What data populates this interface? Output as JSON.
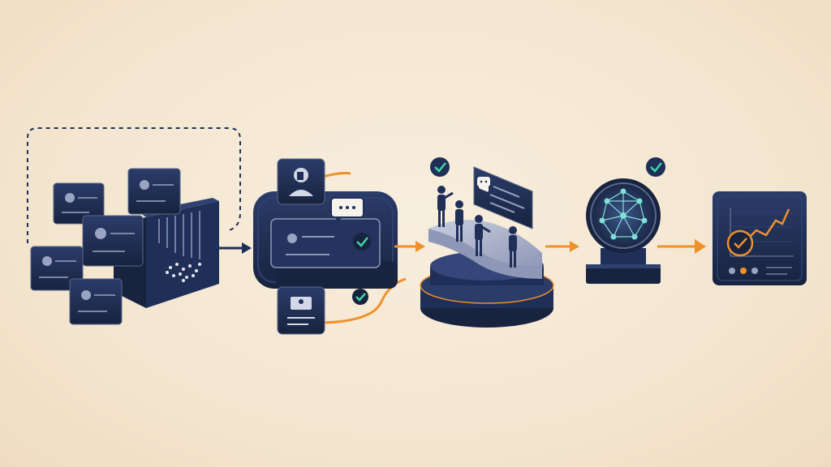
{
  "colors": {
    "background": "#f6ead7",
    "navy": "#1f2f58",
    "navy_dark": "#17233f",
    "navy_light": "#2f4170",
    "panel_light": "#5a6889",
    "orange_accent": "#f0902a",
    "check_green": "#3fd6a6",
    "node_teal": "#7ee0d6",
    "stage_grey": "#8e97b5"
  },
  "stages": [
    {
      "id": "collect",
      "icon": "profile-cards-funnel-icon"
    },
    {
      "id": "review",
      "icon": "conversation-server-icon"
    },
    {
      "id": "discuss",
      "icon": "team-stage-icon"
    },
    {
      "id": "analyze",
      "icon": "network-globe-icon"
    },
    {
      "id": "result",
      "icon": "growth-dashboard-icon"
    }
  ],
  "connectors": [
    {
      "from": "collect",
      "to": "review",
      "color": "navy"
    },
    {
      "from": "review",
      "to": "discuss",
      "color": "orange"
    },
    {
      "from": "discuss",
      "to": "analyze",
      "color": "orange"
    },
    {
      "from": "analyze",
      "to": "result",
      "color": "orange"
    }
  ],
  "checkmarks": [
    "review",
    "review-bottom",
    "discuss",
    "analyze",
    "result"
  ]
}
